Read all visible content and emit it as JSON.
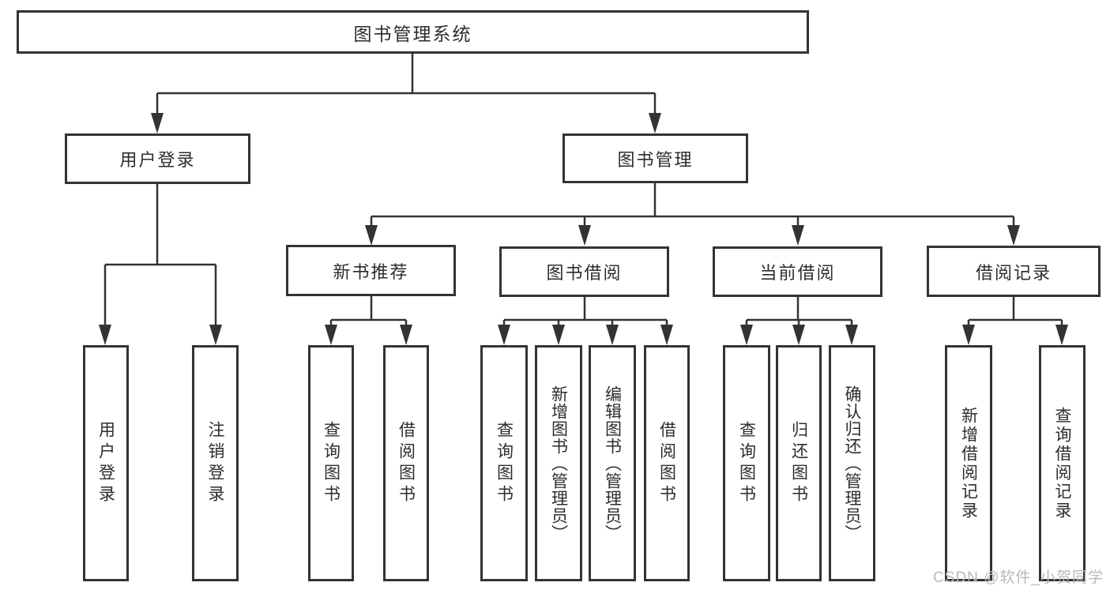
{
  "diagram": {
    "root": {
      "label": "图书管理系统"
    },
    "level2": [
      {
        "id": "user-login",
        "label": "用户登录"
      },
      {
        "id": "book-mgmt",
        "label": "图书管理"
      }
    ],
    "level3": [
      {
        "id": "new-book-recommend",
        "label": "新书推荐"
      },
      {
        "id": "book-borrow",
        "label": "图书借阅"
      },
      {
        "id": "current-borrow",
        "label": "当前借阅"
      },
      {
        "id": "borrow-record",
        "label": "借阅记录"
      }
    ],
    "leaves": [
      {
        "parent": "user-login",
        "label": "用户登录"
      },
      {
        "parent": "user-login",
        "label": "注销登录"
      },
      {
        "parent": "new-book-recommend",
        "label": "查询图书"
      },
      {
        "parent": "new-book-recommend",
        "label": "借阅图书"
      },
      {
        "parent": "book-borrow",
        "label": "查询图书"
      },
      {
        "parent": "book-borrow",
        "label": "新增图书（管理员）"
      },
      {
        "parent": "book-borrow",
        "label": "编辑图书（管理员）"
      },
      {
        "parent": "book-borrow",
        "label": "借阅图书"
      },
      {
        "parent": "current-borrow",
        "label": "查询图书"
      },
      {
        "parent": "current-borrow",
        "label": "归还图书"
      },
      {
        "parent": "current-borrow",
        "label": "确认归还（管理员）"
      },
      {
        "parent": "borrow-record",
        "label": "新增借阅记录"
      },
      {
        "parent": "borrow-record",
        "label": "查询借阅记录"
      }
    ],
    "watermark": "CSDN @软件_小贺同学",
    "colors": {
      "line": "#333333",
      "box_border": "#333333",
      "box_fill": "#ffffff",
      "text": "#2d2d2d",
      "background": "#ffffff",
      "watermark": "#b9b9b9"
    }
  }
}
